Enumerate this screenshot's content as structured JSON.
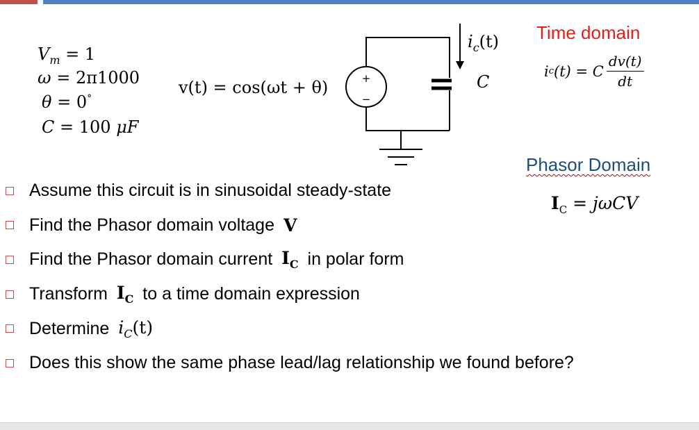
{
  "parameters": {
    "vm": {
      "sym": "V",
      "sub": "m",
      "rest": " = 1"
    },
    "omega": {
      "sym": "ω",
      "rest": " = 2π1000"
    },
    "theta": {
      "sym": "θ",
      "rest": " = 0",
      "sup": "°"
    },
    "cap": {
      "sym": "C",
      "rest": " = 100 ",
      "unit": "μF"
    }
  },
  "source_expression": "v(t) = cos(ωt + θ)",
  "circuit": {
    "current_label": {
      "main": "i",
      "sub": "c",
      "rest": "(t)"
    },
    "capacitor_label": "C",
    "source_plus": "+",
    "source_minus": "−"
  },
  "time_domain": {
    "title": "Time domain",
    "lhs": "i",
    "lhs_sub": "c",
    "lhs_rest": "(t) = C",
    "num": "dv(t)",
    "den": "dt"
  },
  "phasor_domain": {
    "title": "Phasor Domain",
    "lhs": "I",
    "lhs_sub": "C",
    "rhs": " = jωCV"
  },
  "bullets": {
    "b1": "Assume this circuit is in sinusoidal steady-state",
    "b2": {
      "text": "Find the Phasor domain voltage ",
      "sym": "V"
    },
    "b3": {
      "pre": "Find the Phasor domain current ",
      "sym": "I",
      "sub": "C",
      "post": " in polar form"
    },
    "b4": {
      "pre": "Transform ",
      "sym": "I",
      "sub": "C",
      "post": " to a time domain expression"
    },
    "b5": {
      "pre": "Determine ",
      "sym": "i",
      "sub": "C",
      "rest": "(t)"
    },
    "b6": "Does this show the same phase lead/lag relationship we found before?"
  },
  "colors": {
    "accent_red": "#c0504d",
    "accent_blue": "#4f81bd",
    "time_title": "#e0201c",
    "phasor_title": "#1f4e79"
  }
}
